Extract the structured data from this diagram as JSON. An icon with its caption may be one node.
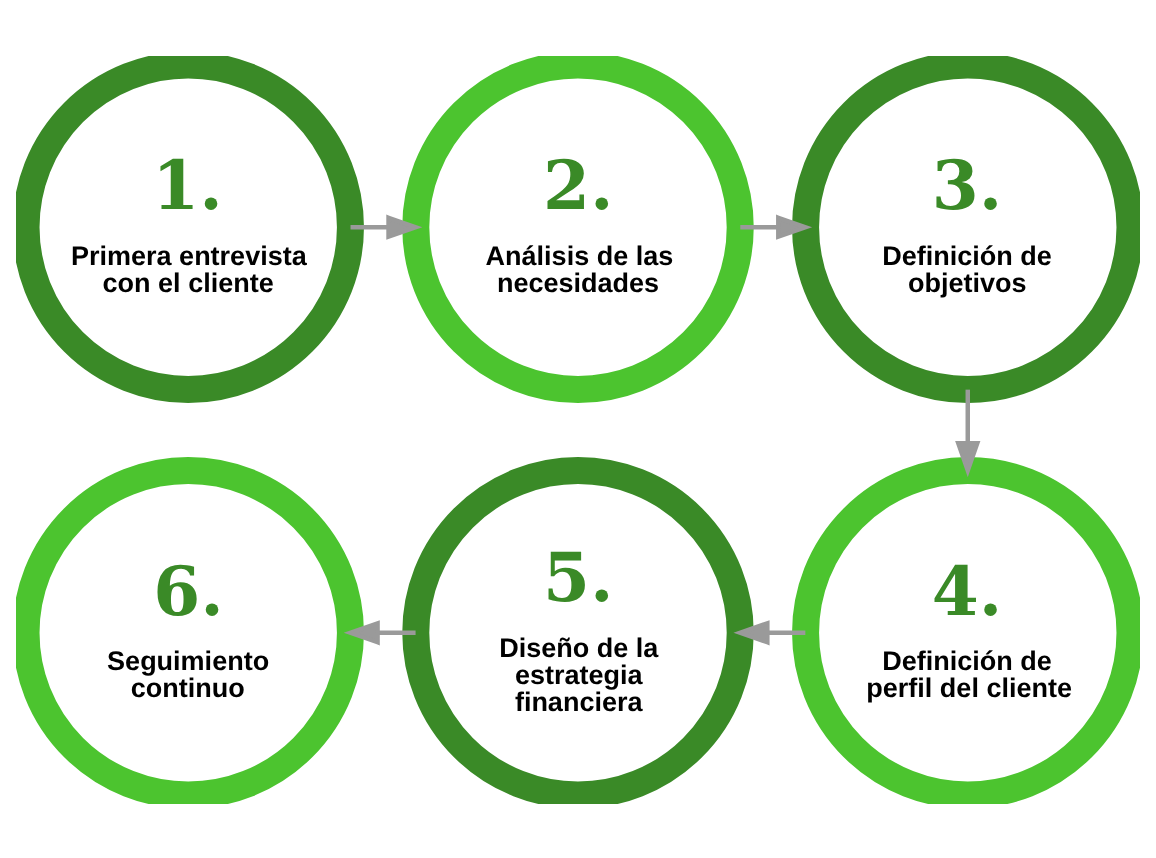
{
  "diagram": {
    "nodes": [
      {
        "text": [
          "1.",
          "Primera entrevista con el cliente"
        ]
      },
      {
        "text": [
          "2.",
          "Análisis de las necesidades"
        ]
      },
      {
        "text": [
          "3.",
          "Definición de objetivos"
        ]
      },
      {
        "text": [
          "4.",
          "Definición de perfil del cliente"
        ]
      },
      {
        "text": [
          "5.",
          "Diseño de la estrategia financiera"
        ]
      },
      {
        "text": [
          "6.",
          "Seguimiento continuo"
        ]
      }
    ],
    "edges": [
      {
        "from": 0,
        "to": 1,
        "arrow": "to"
      },
      {
        "from": 1,
        "to": 2,
        "arrow": "to"
      },
      {
        "from": 2,
        "to": 3,
        "arrow": "to"
      },
      {
        "from": 3,
        "to": 4,
        "arrow": "to"
      },
      {
        "from": 4,
        "to": 5,
        "arrow": "to"
      }
    ]
  }
}
